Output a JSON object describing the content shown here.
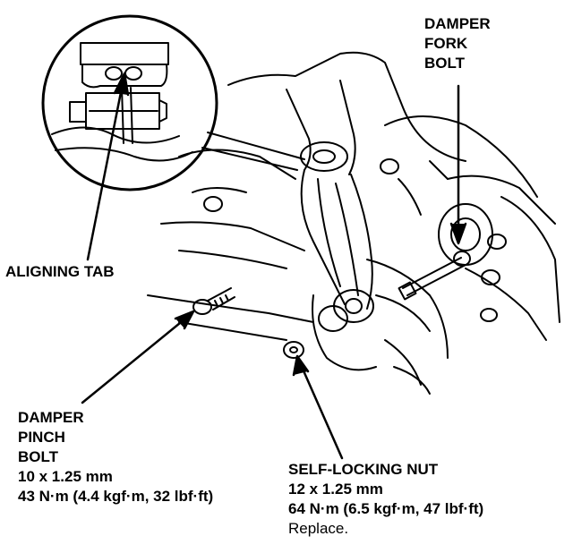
{
  "labels": {
    "damper_fork_bolt": [
      "DAMPER",
      "FORK",
      "BOLT"
    ],
    "aligning_tab": "ALIGNING TAB",
    "damper_pinch_bolt": {
      "name": [
        "DAMPER",
        "PINCH",
        "BOLT"
      ],
      "size": "10 x 1.25 mm",
      "torque": "43 N·m (4.4 kgf·m, 32 lbf·ft)"
    },
    "self_locking_nut": {
      "name": "SELF-LOCKING NUT",
      "size": "12 x 1.25 mm",
      "torque": "64 N·m (6.5 kgf·m, 47 lbf·ft)",
      "note": "Replace."
    }
  }
}
